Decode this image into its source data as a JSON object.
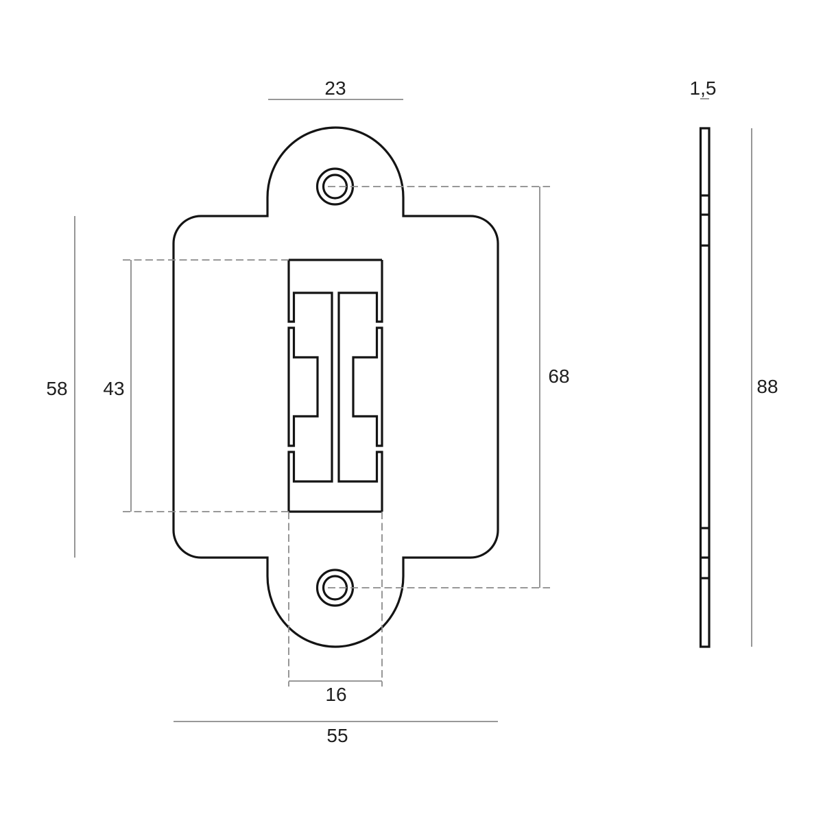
{
  "colors": {
    "outline": "#141414",
    "dimension_lines": "#8a8a8a",
    "label_text": "#1e1e1e",
    "background": "#ffffff"
  },
  "dimensions": {
    "tab_width": "23",
    "plate_thickness": "1,5",
    "body_height": "58",
    "cutout_height": "43",
    "hole_spacing": "68",
    "overall_height": "88",
    "cutout_width": "16",
    "overall_width": "55"
  }
}
